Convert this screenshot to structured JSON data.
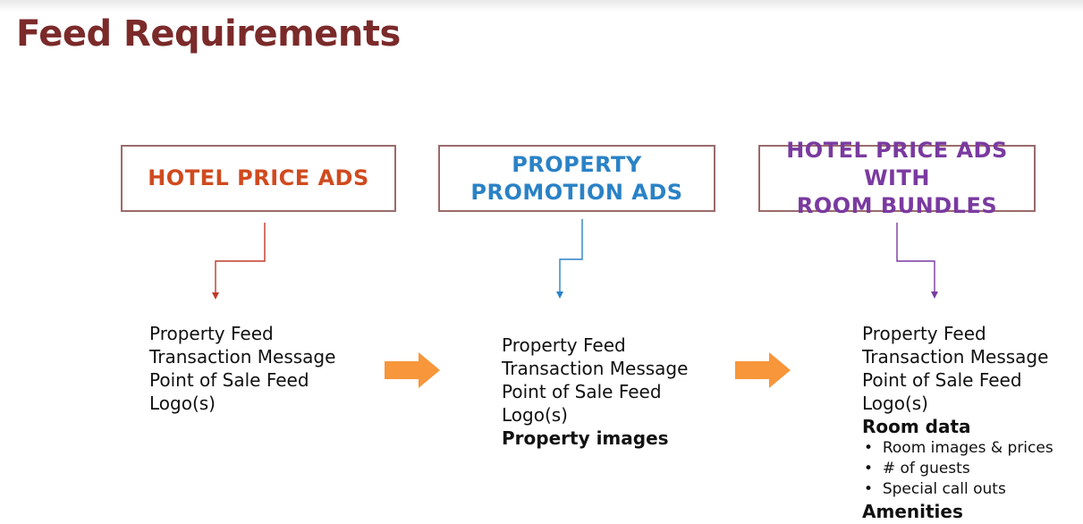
{
  "title": "Feed Requirements",
  "colors": {
    "title": "#7b2a2a",
    "hotel_price_ads": "#d04a1e",
    "property_promotion_ads": "#2a82c6",
    "room_bundles": "#7a3aa0",
    "arrow": "#f7963a",
    "box_border": "#9a6b6b"
  },
  "columns": [
    {
      "heading_lines": [
        "HOTEL PRICE ADS"
      ],
      "items": [
        "Property Feed",
        "Transaction Message",
        "Point of Sale Feed",
        "Logo(s)"
      ]
    },
    {
      "heading_lines": [
        "PROPERTY",
        "PROMOTION ADS"
      ],
      "items": [
        "Property Feed",
        "Transaction Message",
        "Point of Sale Feed",
        "Logo(s)"
      ],
      "bold_items": [
        "Property images"
      ]
    },
    {
      "heading_lines": [
        "HOTEL PRICE ADS WITH",
        "ROOM BUNDLES"
      ],
      "items": [
        "Property Feed",
        "Transaction Message",
        "Point of Sale Feed",
        "Logo(s)"
      ],
      "bold_items": [
        "Room data"
      ],
      "bullets": [
        "Room images & prices",
        "# of guests",
        "Special call outs"
      ],
      "bold_items_after": [
        "Amenities"
      ]
    }
  ]
}
